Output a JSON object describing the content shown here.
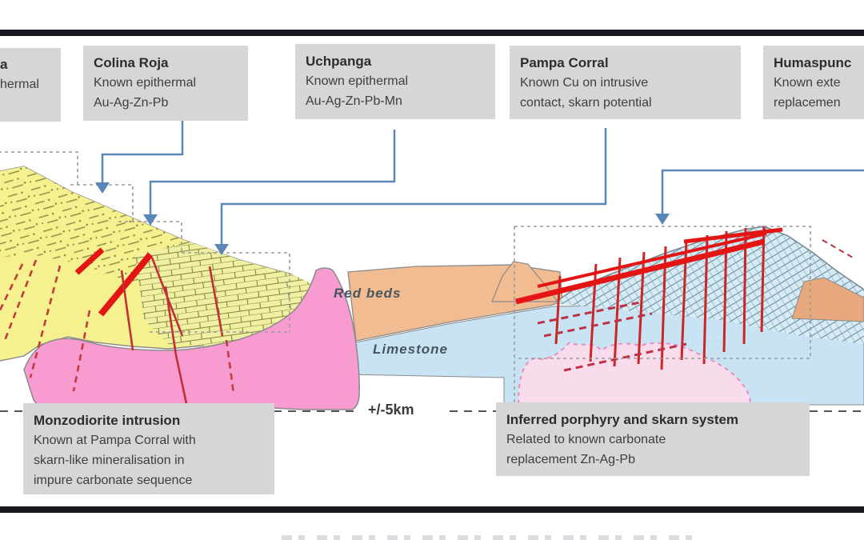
{
  "prospect_boxes": [
    {
      "id": "left-partial",
      "title_fragment": "a",
      "line_fragment": "hermal"
    },
    {
      "id": "colina-roja",
      "title": "Colina Roja",
      "lines": [
        "Known epithermal",
        "Au-Ag-Zn-Pb"
      ]
    },
    {
      "id": "uchpanga",
      "title": "Uchpanga",
      "lines": [
        "Known epithermal",
        "Au-Ag-Zn-Pb-Mn"
      ]
    },
    {
      "id": "pampa-corral",
      "title": "Pampa Corral",
      "lines": [
        "Known Cu on intrusive",
        "contact, skarn potential"
      ]
    },
    {
      "id": "humaspunco",
      "title": "Humaspunc",
      "lines": [
        "Known exte",
        "replacemen"
      ]
    }
  ],
  "annotation_boxes": [
    {
      "id": "monzodiorite",
      "title": "Monzodiorite intrusion",
      "lines": [
        "Known at Pampa Corral with",
        "skarn-like mineralisation in",
        "impure carbonate sequence"
      ]
    },
    {
      "id": "inferred",
      "title": "Inferred porphyry and skarn system",
      "lines": [
        "Related to known carbonate",
        "replacement Zn-Ag-Pb"
      ]
    }
  ],
  "geology_labels": {
    "red_beds": "Red beds",
    "limestone": "Limestone"
  },
  "scale_label": "+/-5km",
  "colors": {
    "bar": "#171720",
    "box_bg": "#d6d6d6",
    "box_title": "#2d2d2d",
    "box_text": "#3e3e3e",
    "yellow": "#f6f18f",
    "yellow_pattern": "#8e8e48",
    "brick_bg": "#f0f0a2",
    "brick_line": "#85853f",
    "pink": "#f89bd0",
    "outline": "#8a8a8a",
    "orange": "#f2bc92",
    "blue": "#c8e4f4",
    "mountain_bg": "#d8ebf3",
    "hatch": "#5e8ca2",
    "hatch2": "#86abbc",
    "tan": "#e8a87e",
    "red": "#e31515",
    "dark_red": "#bb3344",
    "inferred_fill": "#f9dcec",
    "inferred_dash": "#e78cbc",
    "arrow": "#5b87b8",
    "dashed_outline": "#9b9b9b",
    "scale_text": "#3a3a3a",
    "scale_dash": "#555555",
    "geo_label": "#47555f"
  }
}
